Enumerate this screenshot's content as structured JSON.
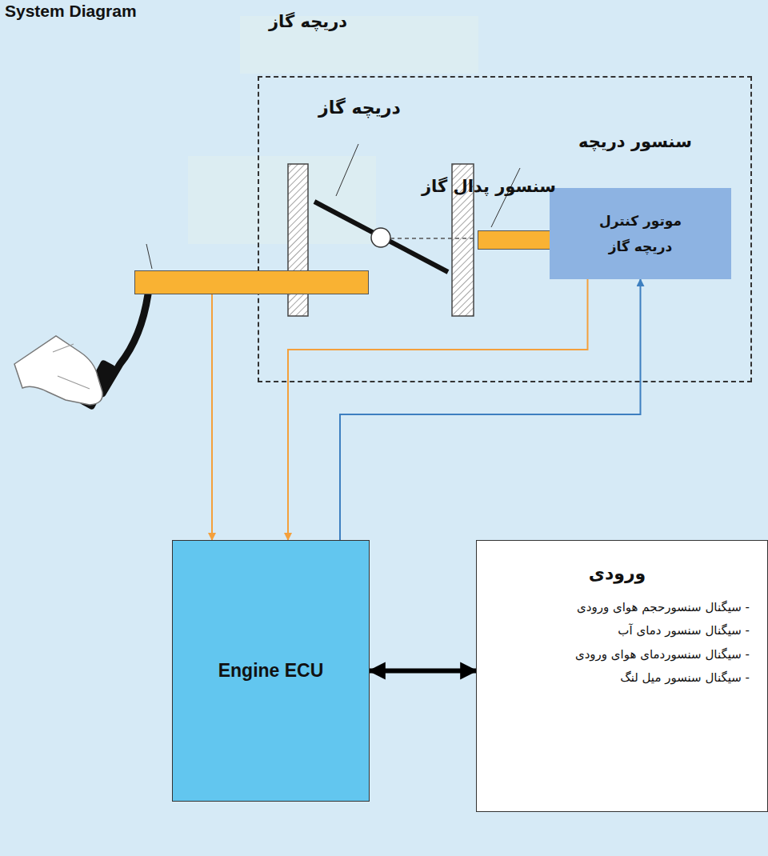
{
  "diagram": {
    "title": "System Diagram",
    "nodes": [
      {
        "text": [
          "دریچه گاز"
        ]
      },
      {
        "text": [
          "سنسور دریچه"
        ],
        "in": 0
      },
      {
        "text": [
          "موتور کنترل دریچه گاز"
        ],
        "in": 0
      },
      {
        "text": [
          "سنسور پدال گاز"
        ]
      },
      {
        "text": [
          "Engine ECU"
        ]
      },
      {
        "text": [
          "ورودی",
          "- سیگنال سنسورحجم هوای ورودی",
          "- سیگنال سنسور دمای آب",
          "- سیگنال سنسوردمای هوای ورودی",
          "- سیگنال سنسور میل لنگ"
        ]
      }
    ],
    "edges": [
      {
        "from": 3,
        "to": 4,
        "arrow": "to"
      },
      {
        "from": 1,
        "to": 4,
        "arrow": "to"
      },
      {
        "from": 4,
        "to": 2,
        "arrow": "to"
      },
      {
        "from": 4,
        "to": 5,
        "arrow": "both"
      }
    ],
    "labels": [
      "دریچه گاز"
    ]
  }
}
